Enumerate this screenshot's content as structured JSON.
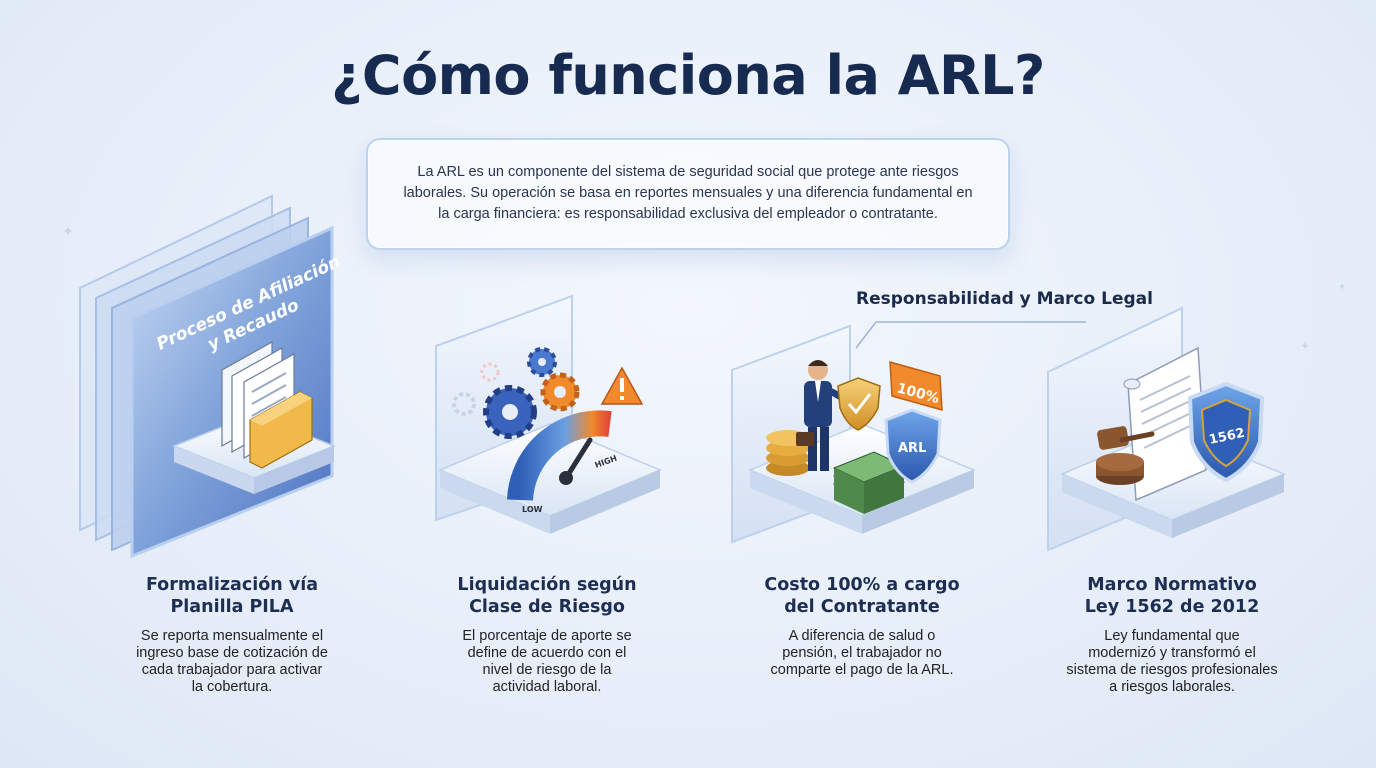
{
  "title": "¿Cómo funciona la ARL?",
  "intro": "La ARL es un componente del sistema de seguridad social que protege ante riesgos laborales. Su operación se basa en reportes mensuales y una diferencia fundamental en la carga financiera: es responsabilidad exclusiva del empleador o contratante.",
  "callout": "Responsabilidad y Marco Legal",
  "panel_label": [
    "Proceso de Afiliación",
    "y Recaudo"
  ],
  "gauge": {
    "low": "LOW",
    "high": "HIGH"
  },
  "badges": {
    "percent": "100%",
    "arl": "ARL",
    "law": "1562"
  },
  "cards": [
    {
      "title": [
        "Formalización vía",
        "Planilla PILA"
      ],
      "desc": [
        "Se reporta mensualmente el",
        "ingreso base de cotización de",
        "cada trabajador para activar",
        "la cobertura."
      ]
    },
    {
      "title": [
        "Liquidación según",
        "Clase de Riesgo"
      ],
      "desc": [
        "El porcentaje de aporte se",
        "define de acuerdo con el",
        "nivel de riesgo de la",
        "actividad laboral."
      ]
    },
    {
      "title": [
        "Costo 100% a cargo",
        "del Contratante"
      ],
      "desc": [
        "A diferencia de salud o",
        "pensión, el trabajador no",
        "comparte el pago de la ARL."
      ]
    },
    {
      "title": [
        "Marco Normativo",
        "Ley 1562 de 2012"
      ],
      "desc": [
        "Ley fundamental que",
        "modernizó y transformó el",
        "sistema de riesgos profesionales",
        "a riesgos laborales."
      ]
    }
  ],
  "colors": {
    "navy": "#172a4f",
    "glass_blue": "#6f93d2",
    "orange": "#f08a2c",
    "gold": "#e3a93a",
    "green": "#4f7f4a"
  }
}
